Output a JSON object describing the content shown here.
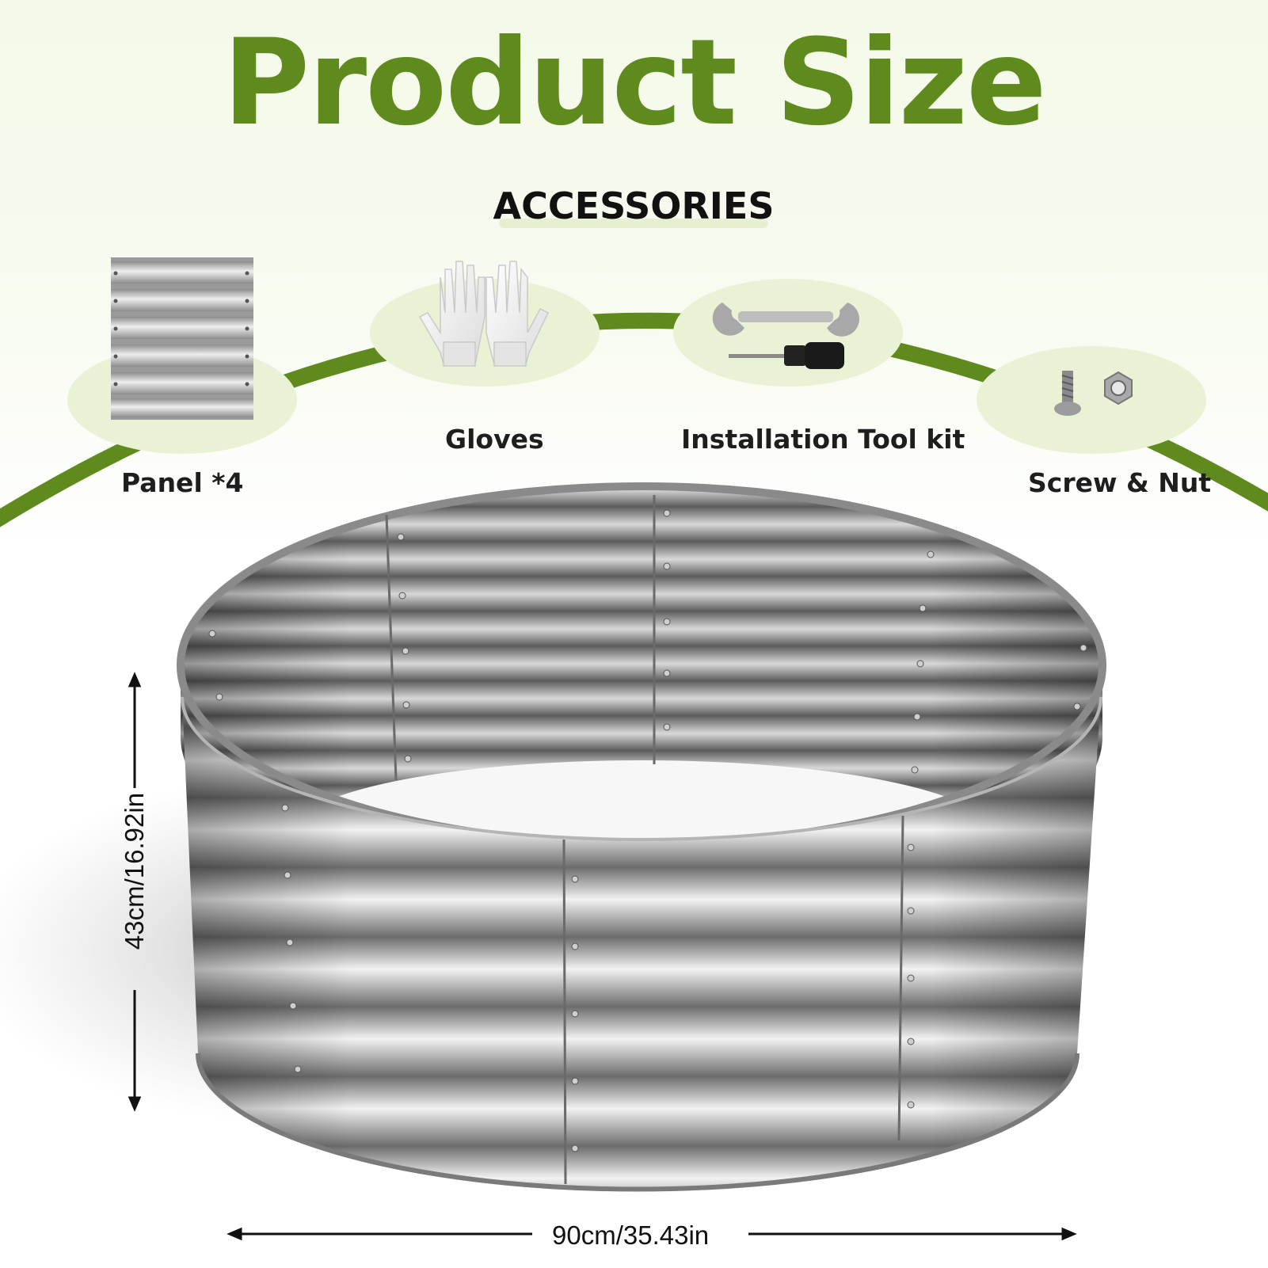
{
  "title": "Product Size",
  "accessories": {
    "heading": "ACCESSORIES",
    "items": [
      {
        "label": "Panel *4",
        "icon": "corrugated-panel-icon"
      },
      {
        "label": "Gloves",
        "icon": "gloves-icon"
      },
      {
        "label": "Installation Tool kit",
        "icon": "wrench-screwdriver-icon"
      },
      {
        "label": "Screw & Nut",
        "icon": "screw-nut-icon"
      }
    ]
  },
  "dimensions": {
    "height": "43cm/16.92in",
    "width": "90cm/35.43in"
  },
  "colors": {
    "title": "#5f8a1d",
    "arc": "#5f8a1d",
    "circle": "#eaf2d6",
    "metal": "#9a9a9a"
  }
}
